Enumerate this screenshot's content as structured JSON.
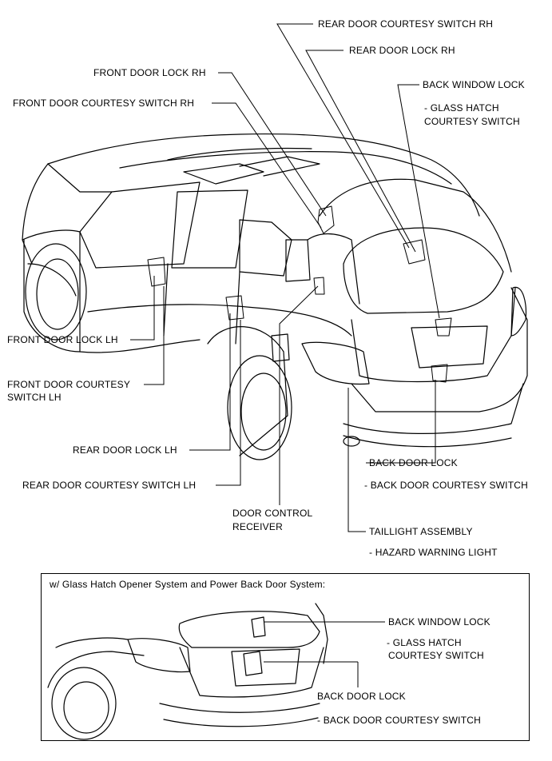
{
  "labels": {
    "rear_door_courtesy_rh": "REAR DOOR COURTESY SWITCH RH",
    "rear_door_lock_rh": "REAR DOOR LOCK RH",
    "back_window_lock": "BACK WINDOW LOCK",
    "glass_hatch_courtesy_1": "- GLASS HATCH",
    "glass_hatch_courtesy_2": "COURTESY SWITCH",
    "front_door_lock_rh": "FRONT DOOR LOCK RH",
    "front_door_courtesy_rh": "FRONT DOOR COURTESY SWITCH RH",
    "front_door_lock_lh": "FRONT DOOR LOCK LH",
    "front_door_courtesy_lh_1": "FRONT DOOR COURTESY",
    "front_door_courtesy_lh_2": "SWITCH LH",
    "rear_door_lock_lh": "REAR DOOR LOCK LH",
    "rear_door_courtesy_lh": "REAR DOOR COURTESY SWITCH LH",
    "door_control_receiver_1": "DOOR CONTROL",
    "door_control_receiver_2": "RECEIVER",
    "back_door_lock": "BACK DOOR LOCK",
    "back_door_courtesy": "- BACK DOOR COURTESY SWITCH",
    "taillight_assembly": "TAILLIGHT ASSEMBLY",
    "hazard_warning": "- HAZARD WARNING LIGHT"
  },
  "inset": {
    "title": "w/ Glass Hatch Opener System and Power Back Door System:",
    "back_window_lock": "BACK WINDOW LOCK",
    "glass_hatch_courtesy_1": "- GLASS HATCH",
    "glass_hatch_courtesy_2": "COURTESY SWITCH",
    "back_door_lock": "BACK DOOR LOCK",
    "back_door_courtesy": "- BACK DOOR COURTESY SWITCH"
  }
}
